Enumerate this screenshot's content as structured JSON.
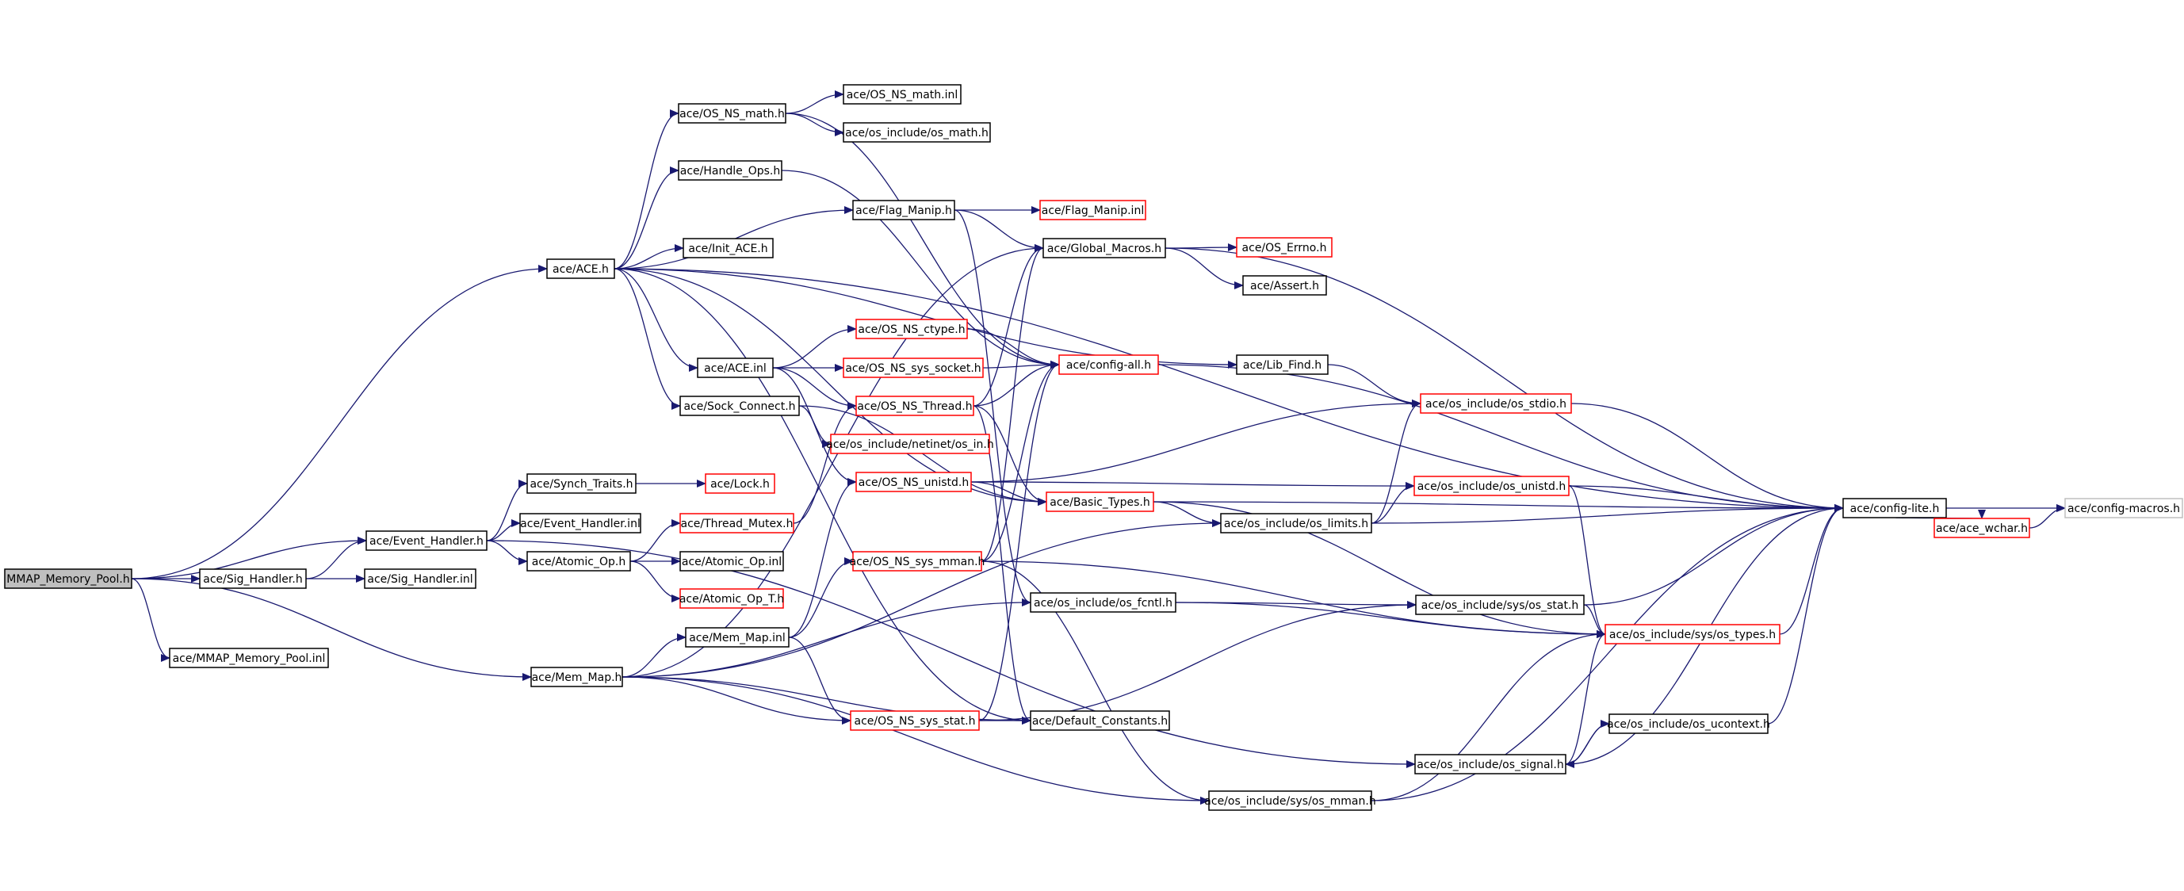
{
  "colors": {
    "edge": "#191970",
    "border_default": "#000000",
    "border_truncated": "#ff0000",
    "border_leaf": "#bfbfbf",
    "root_fill": "#bfbfbf",
    "fill": "#ffffff"
  },
  "nodes": [
    {
      "id": "mmap",
      "label": "MMAP_Memory_Pool.h",
      "kind": "root"
    },
    {
      "id": "ace_h",
      "label": "ace/ACE.h",
      "kind": "normal"
    },
    {
      "id": "os_ns_math_h",
      "label": "ace/OS_NS_math.h",
      "kind": "normal"
    },
    {
      "id": "os_ns_math_inl",
      "label": "ace/OS_NS_math.inl",
      "kind": "normal"
    },
    {
      "id": "os_math_h",
      "label": "ace/os_include/os_math.h",
      "kind": "normal"
    },
    {
      "id": "handle_ops",
      "label": "ace/Handle_Ops.h",
      "kind": "normal"
    },
    {
      "id": "flag_manip_h",
      "label": "ace/Flag_Manip.h",
      "kind": "normal"
    },
    {
      "id": "flag_manip_inl",
      "label": "ace/Flag_Manip.inl",
      "kind": "truncated"
    },
    {
      "id": "init_ace",
      "label": "ace/Init_ACE.h",
      "kind": "normal"
    },
    {
      "id": "global_macros",
      "label": "ace/Global_Macros.h",
      "kind": "normal"
    },
    {
      "id": "os_errno",
      "label": "ace/OS_Errno.h",
      "kind": "truncated"
    },
    {
      "id": "assert_h",
      "label": "ace/Assert.h",
      "kind": "normal"
    },
    {
      "id": "ace_inl",
      "label": "ace/ACE.inl",
      "kind": "normal"
    },
    {
      "id": "os_ns_ctype",
      "label": "ace/OS_NS_ctype.h",
      "kind": "truncated"
    },
    {
      "id": "os_ns_sys_socket",
      "label": "ace/OS_NS_sys_socket.h",
      "kind": "truncated"
    },
    {
      "id": "config_all",
      "label": "ace/config-all.h",
      "kind": "truncated"
    },
    {
      "id": "lib_find",
      "label": "ace/Lib_Find.h",
      "kind": "normal"
    },
    {
      "id": "sock_connect",
      "label": "ace/Sock_Connect.h",
      "kind": "normal"
    },
    {
      "id": "os_ns_thread",
      "label": "ace/OS_NS_Thread.h",
      "kind": "truncated"
    },
    {
      "id": "os_stdio",
      "label": "ace/os_include/os_stdio.h",
      "kind": "truncated"
    },
    {
      "id": "netinet_os_in",
      "label": "ace/os_include/netinet/os_in.h",
      "kind": "truncated"
    },
    {
      "id": "synch_traits",
      "label": "ace/Synch_Traits.h",
      "kind": "normal"
    },
    {
      "id": "lock_h",
      "label": "ace/Lock.h",
      "kind": "truncated"
    },
    {
      "id": "os_ns_unistd",
      "label": "ace/OS_NS_unistd.h",
      "kind": "truncated"
    },
    {
      "id": "basic_types",
      "label": "ace/Basic_Types.h",
      "kind": "truncated"
    },
    {
      "id": "os_unistd",
      "label": "ace/os_include/os_unistd.h",
      "kind": "truncated"
    },
    {
      "id": "config_lite",
      "label": "ace/config-lite.h",
      "kind": "normal"
    },
    {
      "id": "config_macros",
      "label": "ace/config-macros.h",
      "kind": "leaf"
    },
    {
      "id": "ace_wchar",
      "label": "ace/ace_wchar.h",
      "kind": "truncated"
    },
    {
      "id": "event_handler_h",
      "label": "ace/Event_Handler.h",
      "kind": "normal"
    },
    {
      "id": "event_handler_inl",
      "label": "ace/Event_Handler.inl",
      "kind": "normal"
    },
    {
      "id": "thread_mutex",
      "label": "ace/Thread_Mutex.h",
      "kind": "truncated"
    },
    {
      "id": "os_limits",
      "label": "ace/os_include/os_limits.h",
      "kind": "normal"
    },
    {
      "id": "atomic_op_h",
      "label": "ace/Atomic_Op.h",
      "kind": "normal"
    },
    {
      "id": "atomic_op_inl",
      "label": "ace/Atomic_Op.inl",
      "kind": "normal"
    },
    {
      "id": "atomic_op_t",
      "label": "ace/Atomic_Op_T.h",
      "kind": "truncated"
    },
    {
      "id": "sig_handler_h",
      "label": "ace/Sig_Handler.h",
      "kind": "normal"
    },
    {
      "id": "sig_handler_inl",
      "label": "ace/Sig_Handler.inl",
      "kind": "normal"
    },
    {
      "id": "os_ns_sys_mman",
      "label": "ace/OS_NS_sys_mman.h",
      "kind": "truncated"
    },
    {
      "id": "os_fcntl",
      "label": "ace/os_include/os_fcntl.h",
      "kind": "normal"
    },
    {
      "id": "sys_os_stat",
      "label": "ace/os_include/sys/os_stat.h",
      "kind": "normal"
    },
    {
      "id": "sys_os_types",
      "label": "ace/os_include/sys/os_types.h",
      "kind": "truncated"
    },
    {
      "id": "mem_map_inl",
      "label": "ace/Mem_Map.inl",
      "kind": "normal"
    },
    {
      "id": "mmap_inl",
      "label": "ace/MMAP_Memory_Pool.inl",
      "kind": "normal"
    },
    {
      "id": "mem_map_h",
      "label": "ace/Mem_Map.h",
      "kind": "normal"
    },
    {
      "id": "os_ns_sys_stat",
      "label": "ace/OS_NS_sys_stat.h",
      "kind": "truncated"
    },
    {
      "id": "default_constants",
      "label": "ace/Default_Constants.h",
      "kind": "normal"
    },
    {
      "id": "os_ucontext",
      "label": "ace/os_include/os_ucontext.h",
      "kind": "normal"
    },
    {
      "id": "os_signal",
      "label": "ace/os_include/os_signal.h",
      "kind": "normal"
    },
    {
      "id": "sys_os_mman",
      "label": "ace/os_include/sys/os_mman.h",
      "kind": "normal"
    }
  ],
  "edges": [
    [
      "mmap",
      "ace_h"
    ],
    [
      "mmap",
      "event_handler_h"
    ],
    [
      "mmap",
      "sig_handler_h"
    ],
    [
      "mmap",
      "mmap_inl"
    ],
    [
      "mmap",
      "mem_map_h"
    ],
    [
      "ace_h",
      "os_ns_math_h"
    ],
    [
      "ace_h",
      "handle_ops"
    ],
    [
      "ace_h",
      "flag_manip_h"
    ],
    [
      "ace_h",
      "init_ace"
    ],
    [
      "ace_h",
      "ace_inl"
    ],
    [
      "ace_h",
      "sock_connect"
    ],
    [
      "ace_h",
      "lib_find"
    ],
    [
      "ace_h",
      "config_lite"
    ],
    [
      "ace_h",
      "default_constants"
    ],
    [
      "ace_h",
      "basic_types"
    ],
    [
      "os_ns_math_h",
      "os_ns_math_inl"
    ],
    [
      "os_ns_math_h",
      "os_math_h"
    ],
    [
      "os_ns_math_h",
      "config_all"
    ],
    [
      "handle_ops",
      "config_all"
    ],
    [
      "flag_manip_h",
      "flag_manip_inl"
    ],
    [
      "flag_manip_h",
      "global_macros"
    ],
    [
      "flag_manip_h",
      "os_fcntl"
    ],
    [
      "global_macros",
      "os_errno"
    ],
    [
      "global_macros",
      "assert_h"
    ],
    [
      "global_macros",
      "config_lite"
    ],
    [
      "ace_inl",
      "os_ns_ctype"
    ],
    [
      "ace_inl",
      "os_ns_sys_socket"
    ],
    [
      "ace_inl",
      "os_ns_thread"
    ],
    [
      "ace_inl",
      "os_ns_unistd"
    ],
    [
      "os_ns_ctype",
      "config_all"
    ],
    [
      "os_ns_sys_socket",
      "config_all"
    ],
    [
      "config_all",
      "config_lite"
    ],
    [
      "lib_find",
      "os_stdio"
    ],
    [
      "sock_connect",
      "netinet_os_in"
    ],
    [
      "sock_connect",
      "basic_types"
    ],
    [
      "os_ns_thread",
      "config_all"
    ],
    [
      "os_ns_thread",
      "global_macros"
    ],
    [
      "os_ns_thread",
      "basic_types"
    ],
    [
      "os_ns_thread",
      "default_constants"
    ],
    [
      "os_stdio",
      "config_lite"
    ],
    [
      "synch_traits",
      "lock_h"
    ],
    [
      "os_ns_unistd",
      "basic_types"
    ],
    [
      "os_ns_unistd",
      "os_unistd"
    ],
    [
      "os_ns_unistd",
      "os_stdio"
    ],
    [
      "basic_types",
      "os_limits"
    ],
    [
      "basic_types",
      "config_lite"
    ],
    [
      "basic_types",
      "sys_os_types"
    ],
    [
      "os_unistd",
      "config_lite"
    ],
    [
      "os_unistd",
      "sys_os_types"
    ],
    [
      "config_lite",
      "config_macros"
    ],
    [
      "config_lite",
      "ace_wchar"
    ],
    [
      "ace_wchar",
      "config_macros"
    ],
    [
      "event_handler_h",
      "synch_traits"
    ],
    [
      "event_handler_h",
      "event_handler_inl"
    ],
    [
      "event_handler_h",
      "atomic_op_h"
    ],
    [
      "event_handler_h",
      "os_signal"
    ],
    [
      "thread_mutex",
      "os_ns_thread"
    ],
    [
      "os_limits",
      "config_lite"
    ],
    [
      "os_limits",
      "os_unistd"
    ],
    [
      "os_limits",
      "os_stdio"
    ],
    [
      "atomic_op_h",
      "thread_mutex"
    ],
    [
      "atomic_op_h",
      "atomic_op_inl"
    ],
    [
      "atomic_op_h",
      "atomic_op_t"
    ],
    [
      "sig_handler_h",
      "event_handler_h"
    ],
    [
      "sig_handler_h",
      "sig_handler_inl"
    ],
    [
      "os_ns_sys_mman",
      "global_macros"
    ],
    [
      "os_ns_sys_mman",
      "config_all"
    ],
    [
      "os_ns_sys_mman",
      "sys_os_mman"
    ],
    [
      "os_ns_sys_mman",
      "sys_os_types"
    ],
    [
      "os_fcntl",
      "sys_os_stat"
    ],
    [
      "os_fcntl",
      "sys_os_types"
    ],
    [
      "sys_os_stat",
      "config_lite"
    ],
    [
      "sys_os_stat",
      "sys_os_types"
    ],
    [
      "sys_os_types",
      "config_lite"
    ],
    [
      "mem_map_inl",
      "os_ns_unistd"
    ],
    [
      "mem_map_inl",
      "os_ns_sys_mman"
    ],
    [
      "mem_map_inl",
      "os_ns_sys_stat"
    ],
    [
      "mem_map_h",
      "mem_map_inl"
    ],
    [
      "mem_map_h",
      "global_macros"
    ],
    [
      "mem_map_h",
      "os_fcntl"
    ],
    [
      "mem_map_h",
      "os_limits"
    ],
    [
      "mem_map_h",
      "os_ns_sys_stat"
    ],
    [
      "mem_map_h",
      "default_constants"
    ],
    [
      "mem_map_h",
      "sys_os_mman"
    ],
    [
      "os_ns_sys_stat",
      "config_all"
    ],
    [
      "os_ns_sys_stat",
      "default_constants"
    ],
    [
      "os_ns_sys_stat",
      "sys_os_stat"
    ],
    [
      "os_ucontext",
      "config_lite"
    ],
    [
      "os_ucontext",
      "os_signal"
    ],
    [
      "os_signal",
      "sys_os_types"
    ],
    [
      "os_signal",
      "config_lite"
    ],
    [
      "os_signal",
      "os_ucontext"
    ],
    [
      "sys_os_mman",
      "sys_os_types"
    ],
    [
      "sys_os_mman",
      "config_lite"
    ]
  ]
}
